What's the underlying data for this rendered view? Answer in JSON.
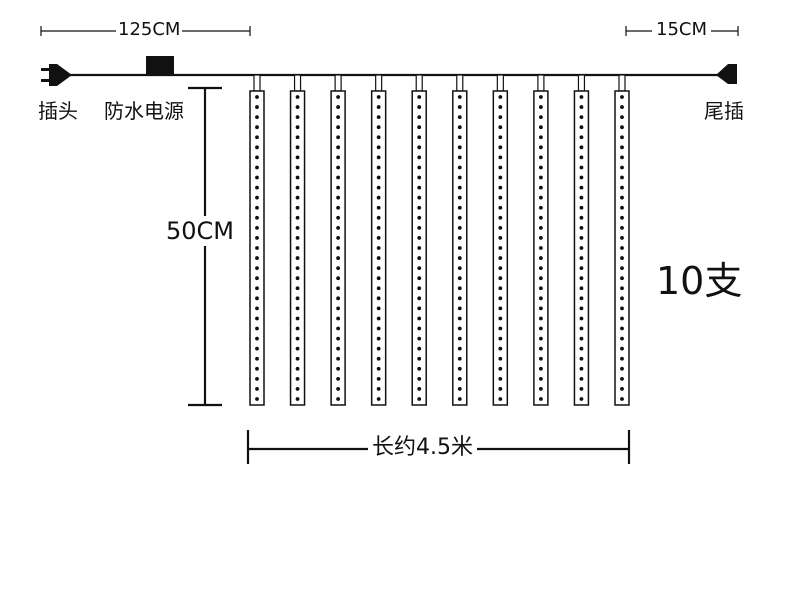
{
  "labels": {
    "plug_length": "125CM",
    "tail_length": "15CM",
    "plug": "插头",
    "power_supply": "防水电源",
    "tail_plug": "尾插",
    "tube_length": "50CM",
    "tube_count": "10支",
    "total_length": "长约4.5米"
  },
  "tubes": {
    "count": 10,
    "leds_per_tube": 31
  },
  "colors": {
    "line": "#111111",
    "background": "#ffffff"
  }
}
